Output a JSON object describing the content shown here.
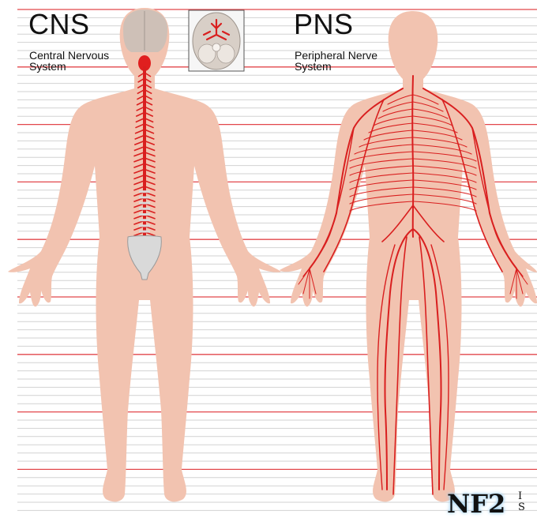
{
  "cns": {
    "title": "CNS",
    "subtitle_line1": "Central Nervous",
    "subtitle_line2": "System"
  },
  "pns": {
    "title": "PNS",
    "subtitle_line1": "Peripheral Nerve",
    "subtitle_line2": "System"
  },
  "logo": {
    "text": "NF2",
    "side_top": "I",
    "side_bottom": "S"
  },
  "colors": {
    "skin": "#f2c3b0",
    "nerve": "#d91f1f",
    "bone": "#d9d9d9",
    "brain": "#c8c0b8",
    "rule_red": "#e2474b",
    "rule_gray": "#d2d2d2",
    "logo_glow": "#9fd0f0"
  }
}
